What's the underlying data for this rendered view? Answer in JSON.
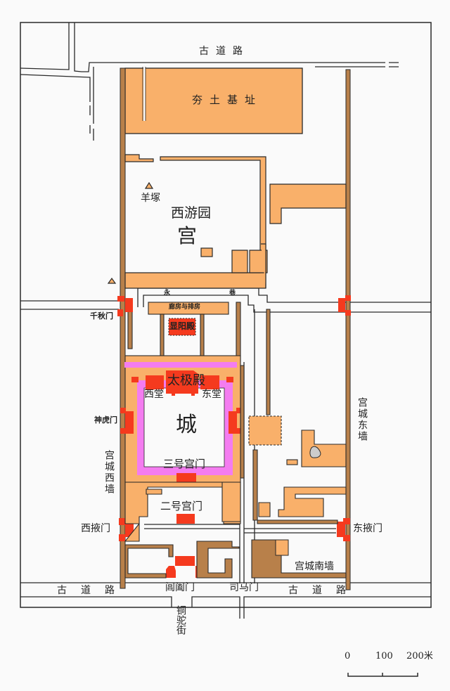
{
  "map": {
    "colors": {
      "rammed_earth": "#F9B06A",
      "wall": "#B8804A",
      "gate": "#F53A1E",
      "courtyard": "#F47CF0",
      "outline": "#2a2a2a",
      "background": "#FAFAFA"
    },
    "labels": {
      "road_north": "古道路",
      "rammed_earth_site": "夯土基址",
      "yang_zhong": "羊塚",
      "xiyou_garden": "西游园",
      "palace": "宫",
      "yong_xiang": "永",
      "yong_xiang_2": "巷",
      "qianqiu_gate": "千秋门",
      "corridor": "廊房与排房",
      "xianyang_hall": "显阳殿",
      "taiji_hall": "太极殿",
      "west_hall": "西堂",
      "east_hall": "东堂",
      "shenhu_gate": "神虎门",
      "city": "城",
      "third_palace_gate": "三号宫门",
      "west_wall": "宫城西墙",
      "second_palace_gate": "二号宫门",
      "west_ye_gate": "西掖门",
      "east_ye_gate": "东掖门",
      "east_wall": "宫城东墙",
      "south_wall": "宫城南墙",
      "changhe_gate": "阊阖门",
      "sima_gate": "司马门",
      "road_south_west": "古道路",
      "road_south_east": "古道路",
      "tongtuo_street": "铜驼街"
    },
    "scale_bar": {
      "ticks": [
        "0",
        "100",
        "200米"
      ]
    }
  }
}
